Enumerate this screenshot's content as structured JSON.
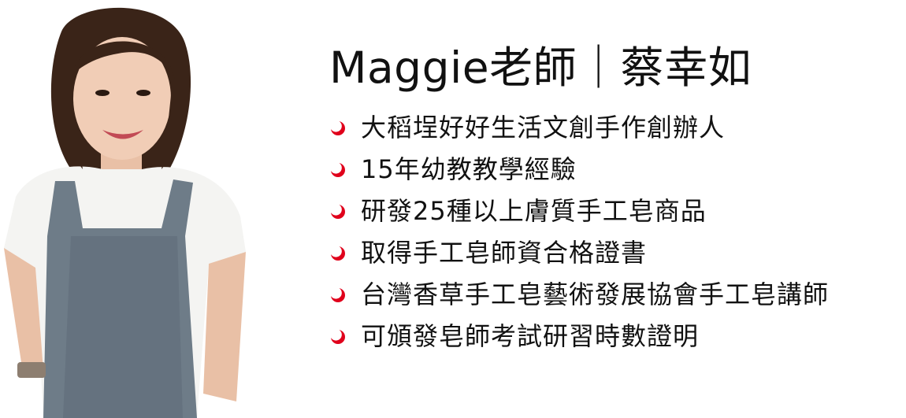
{
  "profile": {
    "name_title": "Maggie老師｜蔡幸如",
    "photo_icon": "teacher-portrait",
    "bullet_icon": "red-crescent-bullet",
    "bullet_color": "#e0001b",
    "credentials": [
      "大稻埕好好生活文創手作創辦人",
      "15年幼教教學經驗",
      "研發25種以上膚質手工皂商品",
      "取得手工皂師資合格證書",
      "台灣香草手工皂藝術發展協會手工皂講師",
      "可頒發皂師考試研習時數證明"
    ]
  }
}
